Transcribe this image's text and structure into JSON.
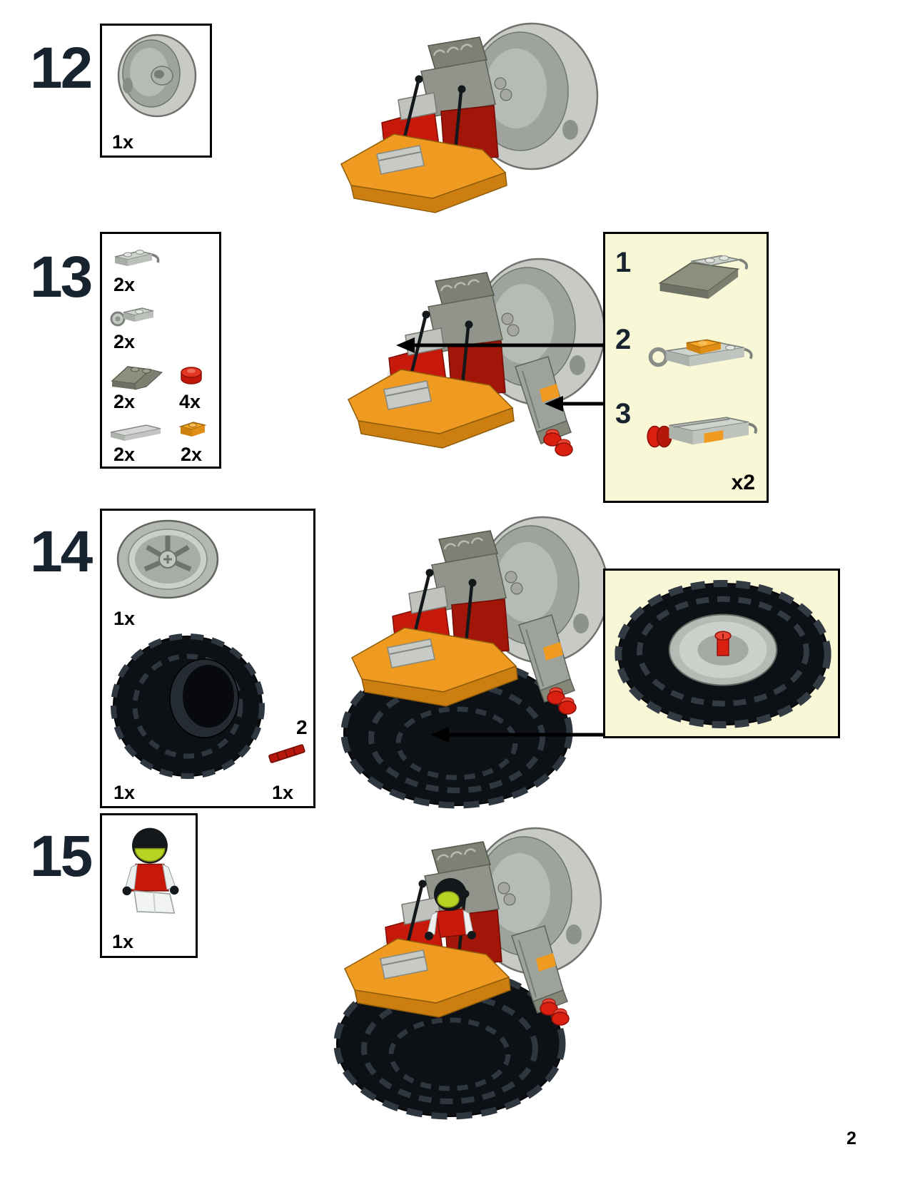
{
  "page": {
    "number": "2"
  },
  "palette": {
    "hull_orange": "#EF9B22",
    "body_red": "#C6190C",
    "gray_light": "#C7CAC5",
    "gray_olive": "#8B8F7E",
    "tire_black": "#0D1116",
    "callout_bg": "#F8F8D6",
    "step_number_color": "#17242F"
  },
  "steps": {
    "s12": {
      "number": "12",
      "parts": [
        {
          "name": "light-gray-wheel-hub",
          "count": "1x"
        }
      ]
    },
    "s13": {
      "number": "13",
      "parts": [
        {
          "name": "gray-plate-with-clip",
          "count": "2x"
        },
        {
          "name": "gray-plate-with-socket",
          "count": "2x"
        },
        {
          "name": "dark-gray-slope-brick",
          "count": "2x"
        },
        {
          "name": "red-round-plate",
          "count": "4x"
        },
        {
          "name": "light-gray-tile",
          "count": "2x"
        },
        {
          "name": "orange-plate",
          "count": "2x"
        }
      ],
      "subassembly": {
        "step1": "1",
        "step2": "2",
        "step3": "3",
        "multiplier": "x2"
      }
    },
    "s14": {
      "number": "14",
      "parts": [
        {
          "name": "gray-wheel-rim",
          "count": "1x"
        },
        {
          "name": "black-balloon-tire",
          "count": "1x"
        },
        {
          "name": "red-axle-pin",
          "count": "1x",
          "ref": "2"
        }
      ]
    },
    "s15": {
      "number": "15",
      "parts": [
        {
          "name": "race-driver-minifigure",
          "count": "1x"
        }
      ]
    }
  }
}
